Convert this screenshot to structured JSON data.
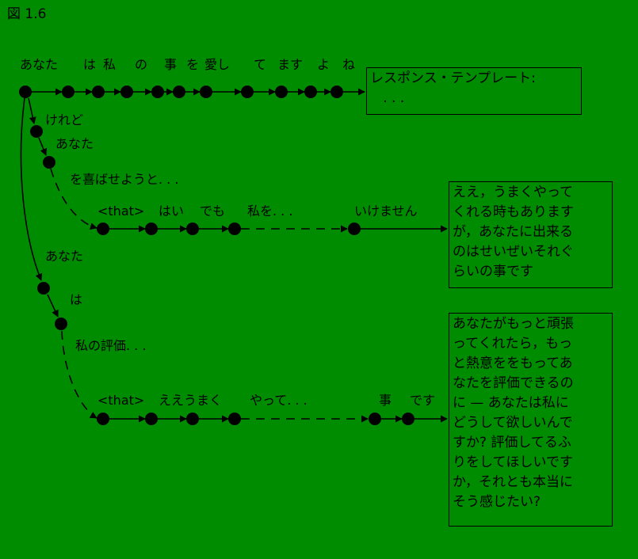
{
  "figure_label": "図 1.6",
  "top_row": {
    "words": [
      "あなた",
      "は",
      "私",
      "の",
      "事",
      "を",
      "愛し",
      "て",
      "ます",
      "よ",
      "ね"
    ]
  },
  "branch1": {
    "label_a": "けれど",
    "label_b": "あなた",
    "label_c": "を喜ばせようと. . .",
    "chain": {
      "that_label": "<that>",
      "words": [
        "はい",
        "でも",
        "私を. . ."
      ],
      "end_word": "いけません"
    }
  },
  "branch2": {
    "label_a": "あなた",
    "label_b": "は",
    "label_c": "私の評価. . .",
    "chain": {
      "that_label": "<that>",
      "words": [
        "ええうまく",
        "やって. . ."
      ],
      "end_words": [
        "事",
        "です"
      ]
    }
  },
  "boxes": {
    "template": {
      "lines": [
        "レスポンス・テンプレート:",
        "   . . ."
      ]
    },
    "response1": {
      "lines": [
        "ええ，うまくやって",
        "くれる時もあります",
        "が，あなたに出来る",
        "のはせいぜいそれぐ",
        "らいの事です"
      ]
    },
    "response2": {
      "lines": [
        "あなたがもっと頑張",
        "ってくれたら，もっ",
        "と熱意ををもってあ",
        "なたを評価できるの",
        "に — あなたは私に",
        "どうして欲しいんで",
        "すか? 評価してるふ",
        "りをしてほしいです",
        "か，それとも本当に",
        "そう感じたい?"
      ]
    }
  },
  "colors": {
    "background": "#008c00",
    "ink": "#000000"
  }
}
